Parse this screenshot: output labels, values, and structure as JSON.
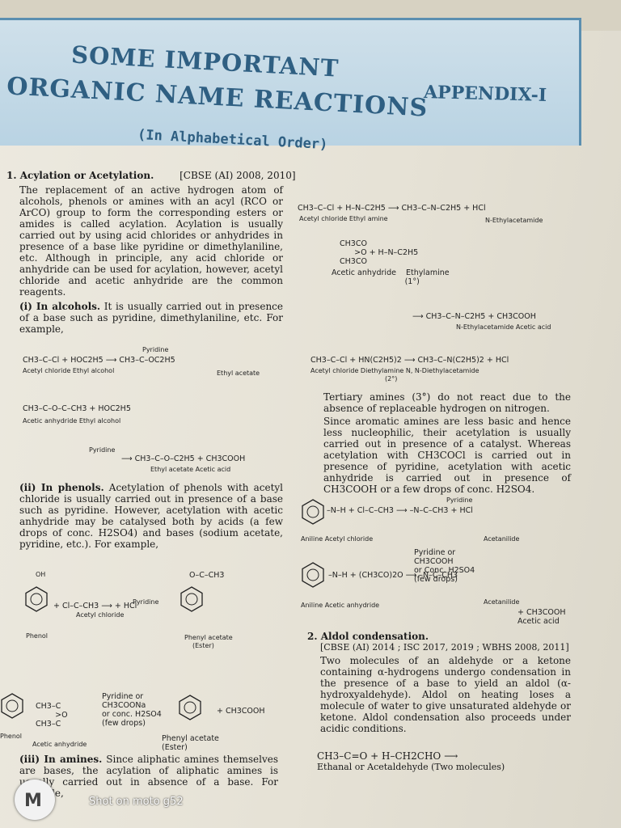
{
  "header": {
    "title_line1": "SOME IMPORTANT",
    "title_line2": "ORGANIC NAME REACTIONS",
    "subtitle": "(In Alphabetical Order)",
    "appendix": "APPENDIX-I"
  },
  "section1": {
    "heading": "1. Acylation or Acetylation.",
    "ref": "[CBSE (AI) 2008, 2010]",
    "intro": "The replacement of an active hydrogen atom of alcohols, phenols or amines with an acyl (RCO or ArCO) group to form the corresponding esters or amides is called acylation. Acylation is usually carried out by using acid chlorides or anhydrides in presence of a base like pyridine or dimethylaniline, etc. Although in principle, any acid chloride or anhydride can be used for acylation, however, acetyl chloride and acetic anhydride are the common reagents.",
    "alcohols_head": "(i) In alcohols.",
    "alcohols_text": "It is usually carried out in presence of a base such as pyridine, dimethylaniline, etc. For example,",
    "eq1": "CH3–C–Cl + HOC2H5 ⟶ CH3–C–OC2H5",
    "eq1_reagent": "Pyridine",
    "eq1_left_labels": "Acetyl chloride   Ethyl alcohol",
    "eq1_right_label": "Ethyl acetate",
    "eq2": "CH3–C–O–C–CH3 + HOC2H5",
    "eq2_labels": "Acetic anhydride      Ethyl alcohol",
    "eq3": "⟶ CH3–C–O–C2H5 + CH3COOH",
    "eq3_reagent": "Pyridine",
    "eq3_labels": "Ethyl acetate        Acetic acid",
    "phenols_head": "(ii) In phenols.",
    "phenols_text": "Acetylation of phenols with acetyl chloride is usually carried out in presence of a base such as pyridine. However, acetylation with acetic anhydride may be catalysed both by acids (a few drops of conc. H2SO4) and bases (sodium acetate, pyridine, etc.). For example,",
    "ph_eq1": "+ Cl–C–CH3 ⟶ + HCl",
    "ph_oh": "OH",
    "ph_eq1_reagent": "Pyridine",
    "ph_acetyl": "Acetyl chloride",
    "ph_phenol": "Phenol",
    "ph_product": "O–C–CH3",
    "ph_product_label": "Phenyl acetate",
    "ph_ester": "(Ester)",
    "ph_eq2_reagent": "Pyridine or\nCH3COONa\nor conc. H2SO4\n(few drops)",
    "ph_eq2_side": "+ CH3COOH",
    "ph_eq2_left_label": "Acetic anhydride",
    "ph_eq2_phenol": "Phenol",
    "ph_eq2_product_label": "Phenyl acetate\n(Ester)",
    "amines_head": "(iii) In amines.",
    "amines_text": "Since aliphatic amines themselves are bases, the acylation of aliphatic amines is usually carried out in absence of a base. For example,"
  },
  "right_col": {
    "eqA": "CH3–C–Cl + H–N–C2H5 ⟶ CH3–C–N–C2H5 + HCl",
    "eqA_labels_left": "Acetyl chloride    Ethyl amine",
    "eqA_label_right": "N-Ethylacetamide",
    "eqB": "CH3CO\n      >O + H–N–C2H5\nCH3CO",
    "eqB_labels": "Acetic anhydride    Ethylamine\n                              (1°)",
    "eqC": "⟶ CH3–C–N–C2H5 + CH3COOH",
    "eqC_labels": "N-Ethylacetamide    Acetic acid",
    "eqD": "CH3–C–Cl + HN(C2H5)2 ⟶ CH3–C–N(C2H5)2 + HCl",
    "eqD_labels": "Acetyl chloride   Diethylamine        N, N-Diethylacetamide",
    "eqD_sub": "(2°)",
    "tertiary": "Tertiary amines (3°) do not react due to the absence of replaceable hydrogen on nitrogen.",
    "aromatic": "Since aromatic amines are less basic and hence less nucleophilic, their acetylation is usually carried out in presence of a catalyst. Whereas acetylation with CH3COCl is carried out in presence of pyridine, acetylation with acetic anhydride is carried out in presence of CH3COOH or a few drops of conc. H2SO4.",
    "an_eq1": "–N–H + Cl–C–CH3 ⟶ –N–C–CH3 + HCl",
    "an_eq1_reagent": "Pyridine",
    "an_eq1_labels_left": "Aniline        Acetyl chloride",
    "an_eq1_label_right": "Acetanilide",
    "an_eq2": "–N–H + (CH3CO)2O ⟶ –N–C–CH3",
    "an_eq2_reagent": "Pyridine or\nCH3COOH\nor Conc. H2SO4\n(few drops)",
    "an_eq2_labels": "Aniline        Acetic anhydride",
    "an_eq2_label_right": "Acetanilide",
    "an_eq2_side": "+ CH3COOH\nAcetic acid",
    "aldol_head": "2. Aldol condensation.",
    "aldol_ref": "[CBSE (AI) 2014 ; ISC 2017, 2019 ; WBHS 2008, 2011]",
    "aldol_text": "Two molecules of an aldehyde or a ketone containing α-hydrogens undergo condensation in the presence of a base to yield an aldol (α-hydroxyaldehyde). Aldol on heating loses a molecule of water to give unsaturated aldehyde or ketone. Aldol condensation also proceeds under acidic conditions.",
    "aldol_eq": "CH3–C=O + H–CH2CHO ⟶",
    "aldol_eq_labels": "Ethanal     or    Acetaldehyde (Two molecules)"
  },
  "watermark": "Shot on moto g52",
  "logo": "M"
}
